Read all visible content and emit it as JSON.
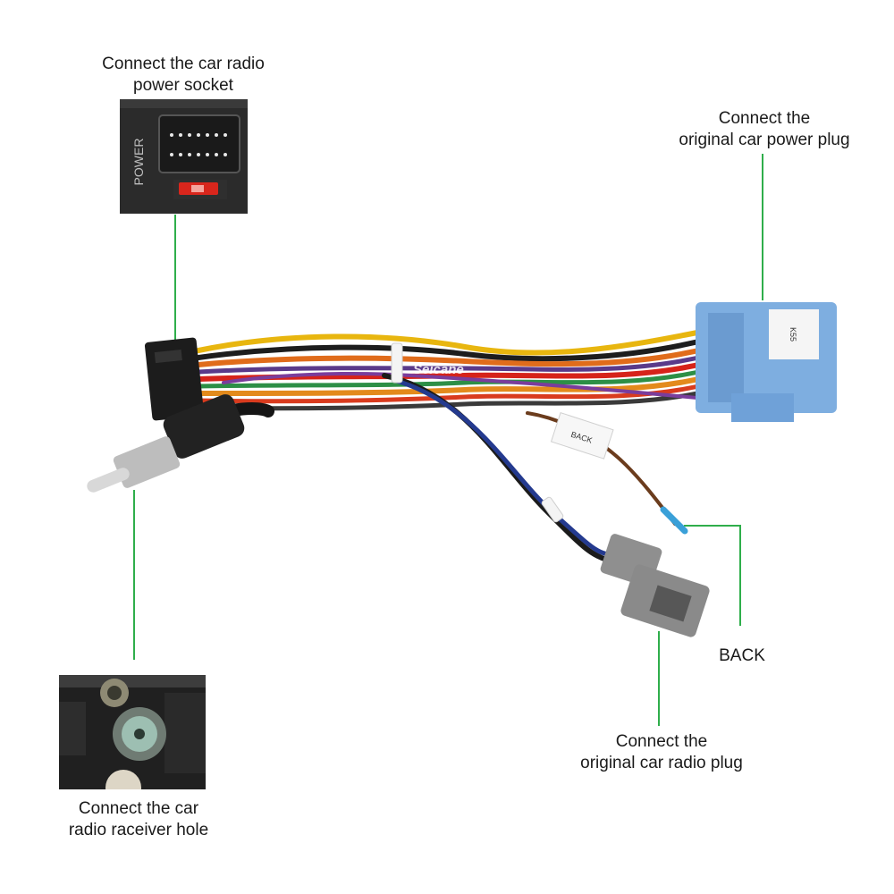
{
  "labels": {
    "socket": {
      "line1": "Connect the car radio",
      "line2": "power socket"
    },
    "power": {
      "line1": "Connect the",
      "line2": "original car power plug"
    },
    "back": "BACK",
    "plug": {
      "line1": "Connect the",
      "line2": "original car radio plug"
    },
    "hole": {
      "line1": "Connect the  car",
      "line2": "radio raceiver hole"
    }
  },
  "photo_text": {
    "power_panel": "POWER",
    "watermark": "Seicane",
    "tag_blue": "K55",
    "tag_back": "BACK"
  },
  "colors": {
    "leader": "#2fae4b",
    "blue_connector": "#7eaee0",
    "gray_plug": "#8c8c8c",
    "red_fuse": "#d9261c"
  }
}
